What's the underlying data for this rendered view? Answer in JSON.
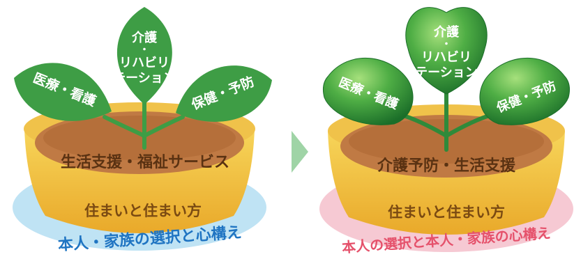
{
  "left": {
    "leaves": {
      "center_line1": "介護",
      "center_line2": "・",
      "center_line3": "リハビリ",
      "center_line4": "テーション",
      "left": "医療・看護",
      "right": "保健・予防"
    },
    "soil": "生活支援・福祉サービス",
    "pot": "住まいと住まい方",
    "base": "本人・家族の選択と心構え"
  },
  "right": {
    "leaves": {
      "center_line1": "介護",
      "center_line2": "・",
      "center_line3": "リハビリ",
      "center_line4": "テーション",
      "left": "医療・看護",
      "right": "保健・予防"
    },
    "soil": "介護予防・生活支援",
    "pot": "住まいと住まい方",
    "base": "本人の選択と本人・家族の心構え"
  },
  "colors": {
    "left_base": "#bfe3f4",
    "right_base": "#f6c9d3",
    "left_base_text": "#1f74c2",
    "right_base_text": "#e5516b",
    "pot": "#f3c63c",
    "soil": "#c07a44",
    "soil_text": "#5a3212",
    "pot_text": "#7a4a12",
    "leaf_flat": "#3e9d45",
    "leaf_gradient_top": "#8fd26a",
    "leaf_gradient_bottom": "#1e7a2e",
    "arrow": "#9fd4a6"
  }
}
